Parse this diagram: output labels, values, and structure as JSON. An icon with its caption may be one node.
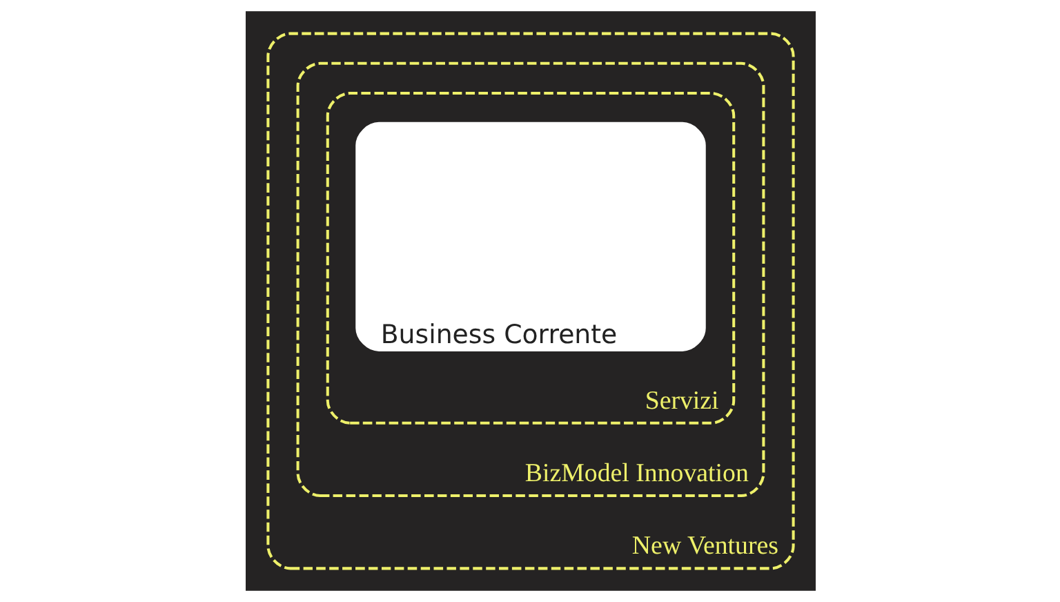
{
  "diagram": {
    "nodes": [
      {
        "text": [
          "New Ventures"
        ]
      },
      {
        "text": [
          "BizModel Innovation"
        ],
        "in": 0
      },
      {
        "text": [
          "Servizi"
        ],
        "in": 1
      },
      {
        "text": [
          "Business Corrente"
        ],
        "in": 2
      }
    ]
  }
}
